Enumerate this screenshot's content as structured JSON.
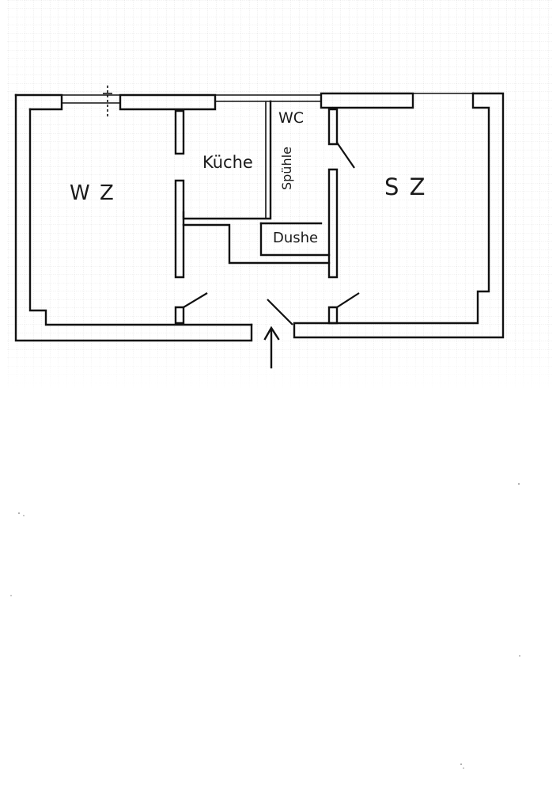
{
  "floor_plan": {
    "rooms": {
      "living_room": {
        "label": "W Z"
      },
      "kitchen": {
        "label": "Küche"
      },
      "wc": {
        "label": "WC"
      },
      "sink_niche": {
        "label": "Spühle"
      },
      "shower": {
        "label": "Dushe"
      },
      "bedroom": {
        "label": "S Z"
      }
    },
    "entrance_arrow_icon": "arrow-up-icon"
  },
  "colors": {
    "ink": "#111111",
    "grid": "#c9c9c9",
    "paper": "#ffffff"
  }
}
